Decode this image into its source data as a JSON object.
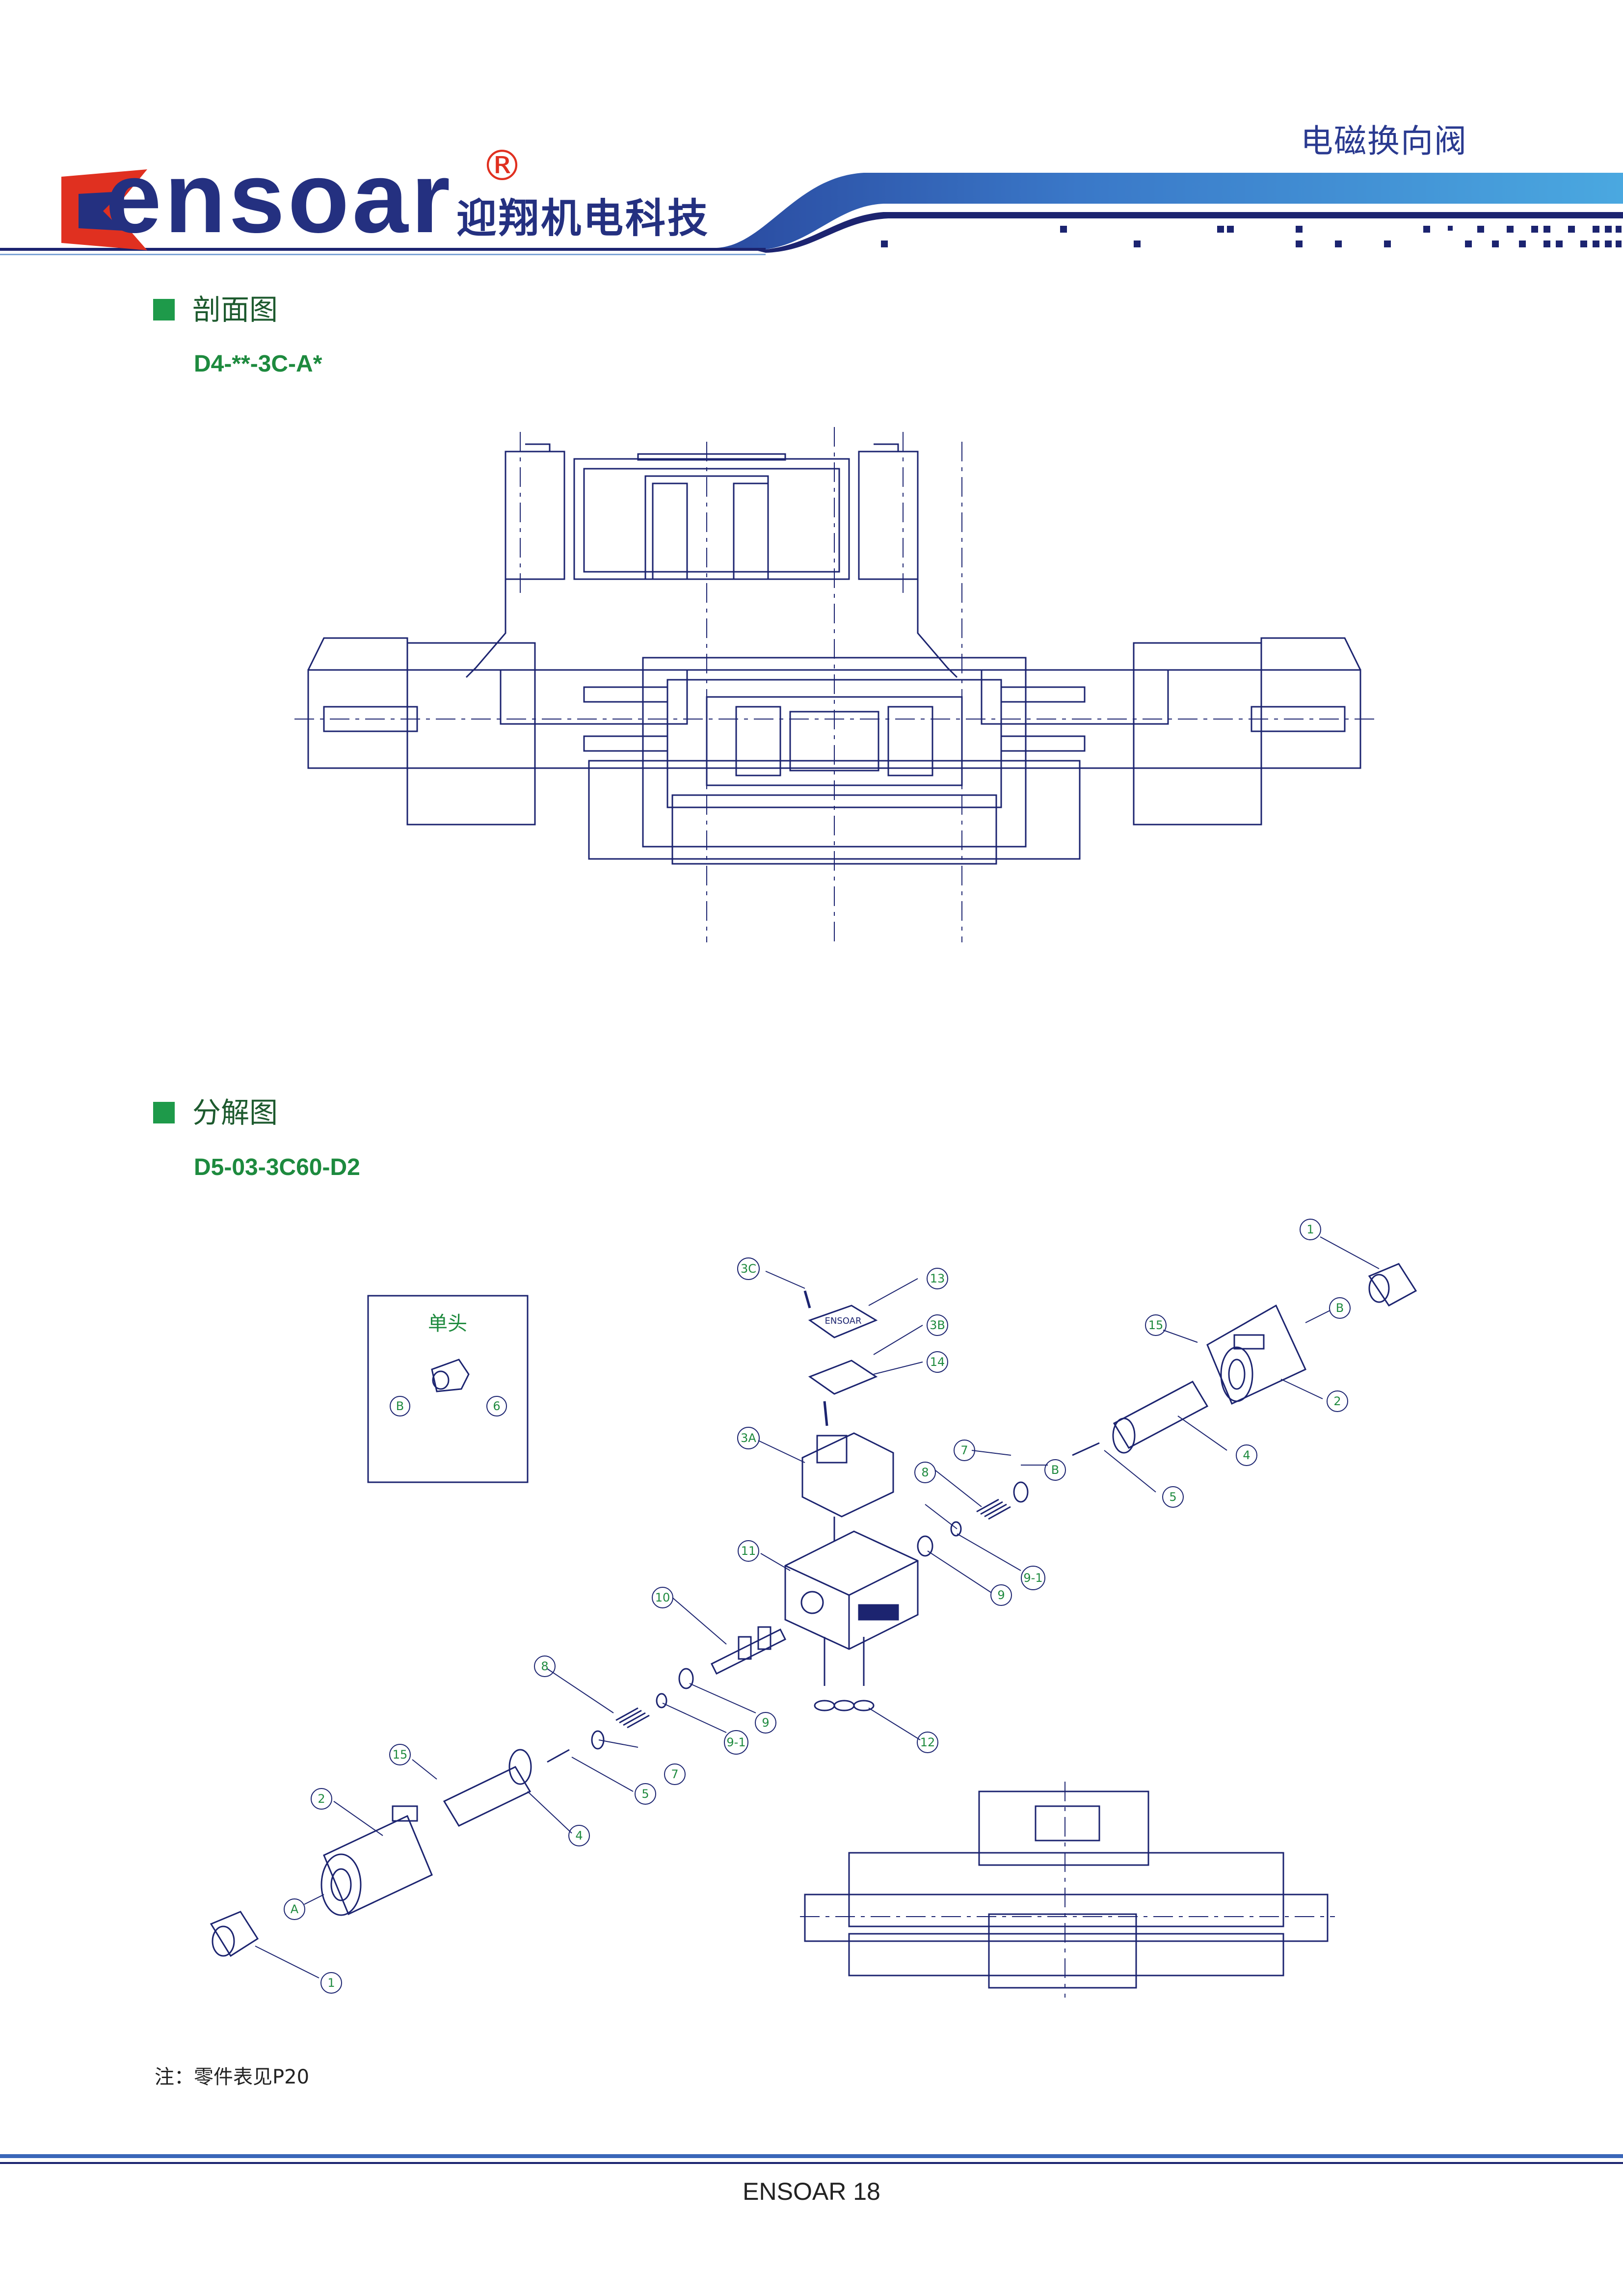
{
  "header": {
    "brand": "ensoar",
    "registered_mark": "®",
    "company_cn": "迎翔机电科技",
    "document_title": "电磁换向阀"
  },
  "sections": {
    "cross_section": {
      "heading": "剖面图",
      "model": "D4-**-3C-A*"
    },
    "exploded": {
      "heading": "分解图",
      "model": "D5-03-3C60-D2"
    }
  },
  "inset": {
    "title": "单头",
    "label_b": "B",
    "label_6": "6"
  },
  "callouts": {
    "c1": "1",
    "c2": "2",
    "c3a": "3A",
    "c3b": "3B",
    "c3c": "3C",
    "c4": "4",
    "c5": "5",
    "c7": "7",
    "c8": "8",
    "c9": "9",
    "c91": "9-1",
    "c10": "10",
    "c11": "11",
    "c12": "12",
    "c13": "13",
    "c14": "14",
    "c15": "15",
    "ca": "A",
    "cb": "B"
  },
  "body_stamp": "ENSOAR",
  "note": "注：零件表见P20",
  "footer": {
    "page_label": "ENSOAR 18"
  },
  "colors": {
    "brand_blue": "#243080",
    "accent_red": "#e03020",
    "section_green": "#1e9a4a",
    "line_navy": "#1c2470"
  }
}
